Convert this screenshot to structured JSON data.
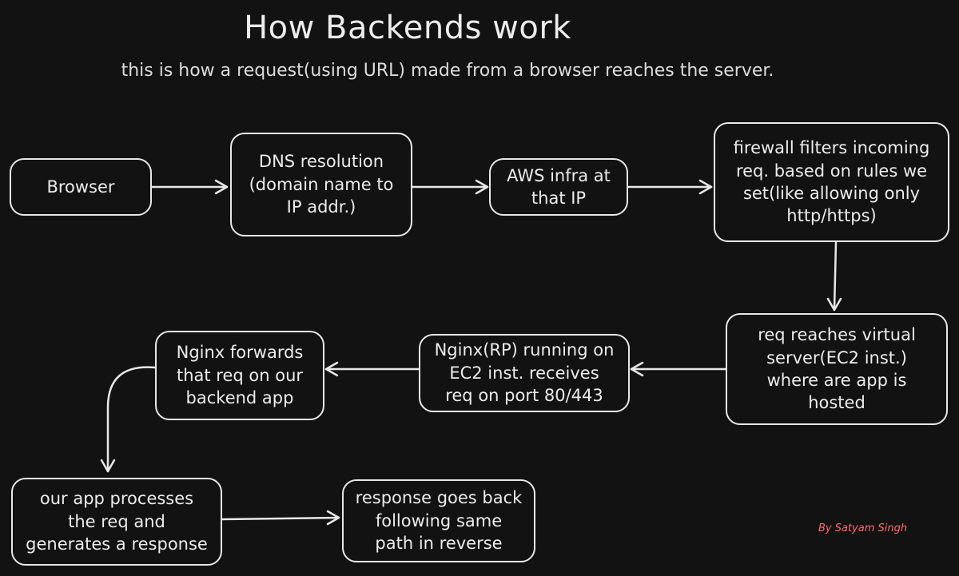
{
  "title": "How Backends work",
  "subtitle": "this is how a request(using URL) made from a browser reaches the server.",
  "nodes": {
    "browser": "Browser",
    "dns": "DNS resolution\n(domain name to\nIP addr.)",
    "aws": "AWS infra at\nthat IP",
    "firewall": "firewall filters incoming\nreq. based on rules we\nset(like allowing only\nhttp/https)",
    "ec2": "req reaches virtual\nserver(EC2 inst.)\nwhere are app is\nhosted",
    "nginx_rp": "Nginx(RP) running on\nEC2 inst. receives\nreq on port 80/443",
    "nginx_fwd": "Nginx forwards\nthat req on our\nbackend app",
    "app": "our app processes\nthe req and\ngenerates a response",
    "response": "response goes back\nfollowing same\npath in reverse"
  },
  "author": "By Satyam Singh",
  "colors": {
    "background": "#121212",
    "stroke": "#e8e8e8",
    "text": "#ececec",
    "author": "#ff6b6b"
  }
}
